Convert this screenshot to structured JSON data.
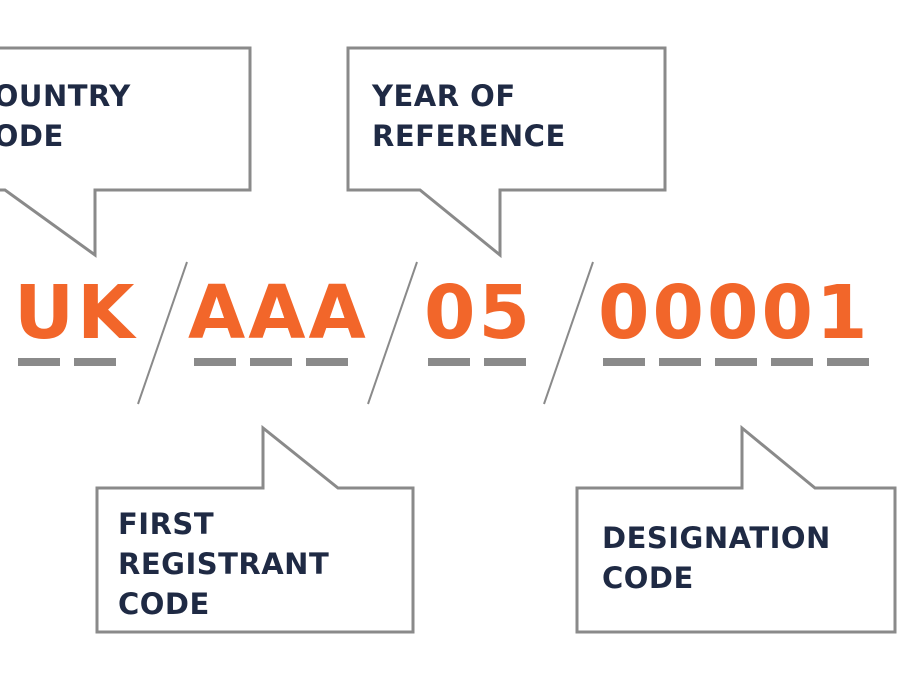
{
  "callouts": {
    "country": {
      "line1": "COUNTRY",
      "line2": "CODE"
    },
    "year": {
      "line1": "YEAR OF",
      "line2": "REFERENCE"
    },
    "registrant": {
      "line1": "FIRST",
      "line2": "REGISTRANT",
      "line3": "CODE"
    },
    "designation": {
      "line1": "DESIGNATION",
      "line2": "CODE"
    }
  },
  "code": {
    "country": "UK",
    "registrant": "AAA",
    "year": "05",
    "designation": "00001"
  },
  "colors": {
    "code_text": "#f2662a",
    "label_text": "#1f2a44",
    "box_border": "#8a8a8a",
    "underline": "#8a8a8a",
    "separator": "#8a8a8a"
  }
}
